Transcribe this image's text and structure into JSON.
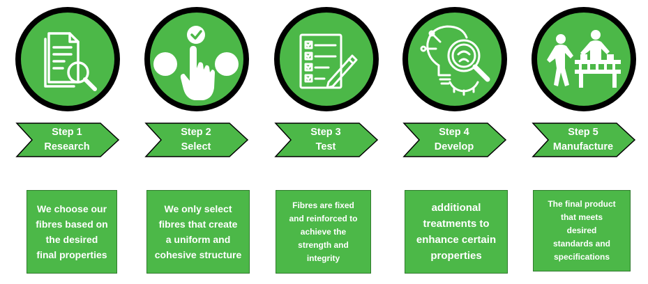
{
  "steps": [
    {
      "icon": "document-search-icon",
      "step": "Step 1",
      "title": "Research",
      "desc_lines": [
        "We choose our",
        "fibres based on",
        "the desired",
        "final properties"
      ]
    },
    {
      "icon": "hand-select-icon",
      "step": "Step 2",
      "title": "Select",
      "desc_lines": [
        "We only select",
        "fibres that  create",
        "a uniform and",
        "cohesive structure"
      ]
    },
    {
      "icon": "checklist-icon",
      "step": "Step 3",
      "title": "Test",
      "desc_lines": [
        "Fibres are fixed",
        "and reinforced to",
        "achieve the",
        "strength and",
        "integrity"
      ]
    },
    {
      "icon": "bulb-magnifier-icon",
      "step": "Step 4",
      "title": "Develop",
      "desc_lines": [
        "additional",
        "treatments to",
        "enhance certain",
        "properties"
      ]
    },
    {
      "icon": "factory-workers-icon",
      "step": "Step 5",
      "title": "Manufacture",
      "desc_lines": [
        "The final product",
        "that meets",
        "desired",
        "standards and",
        "specifications"
      ]
    }
  ],
  "colors": {
    "accent": "#4cb848",
    "outline": "#000000",
    "text": "#ffffff"
  }
}
